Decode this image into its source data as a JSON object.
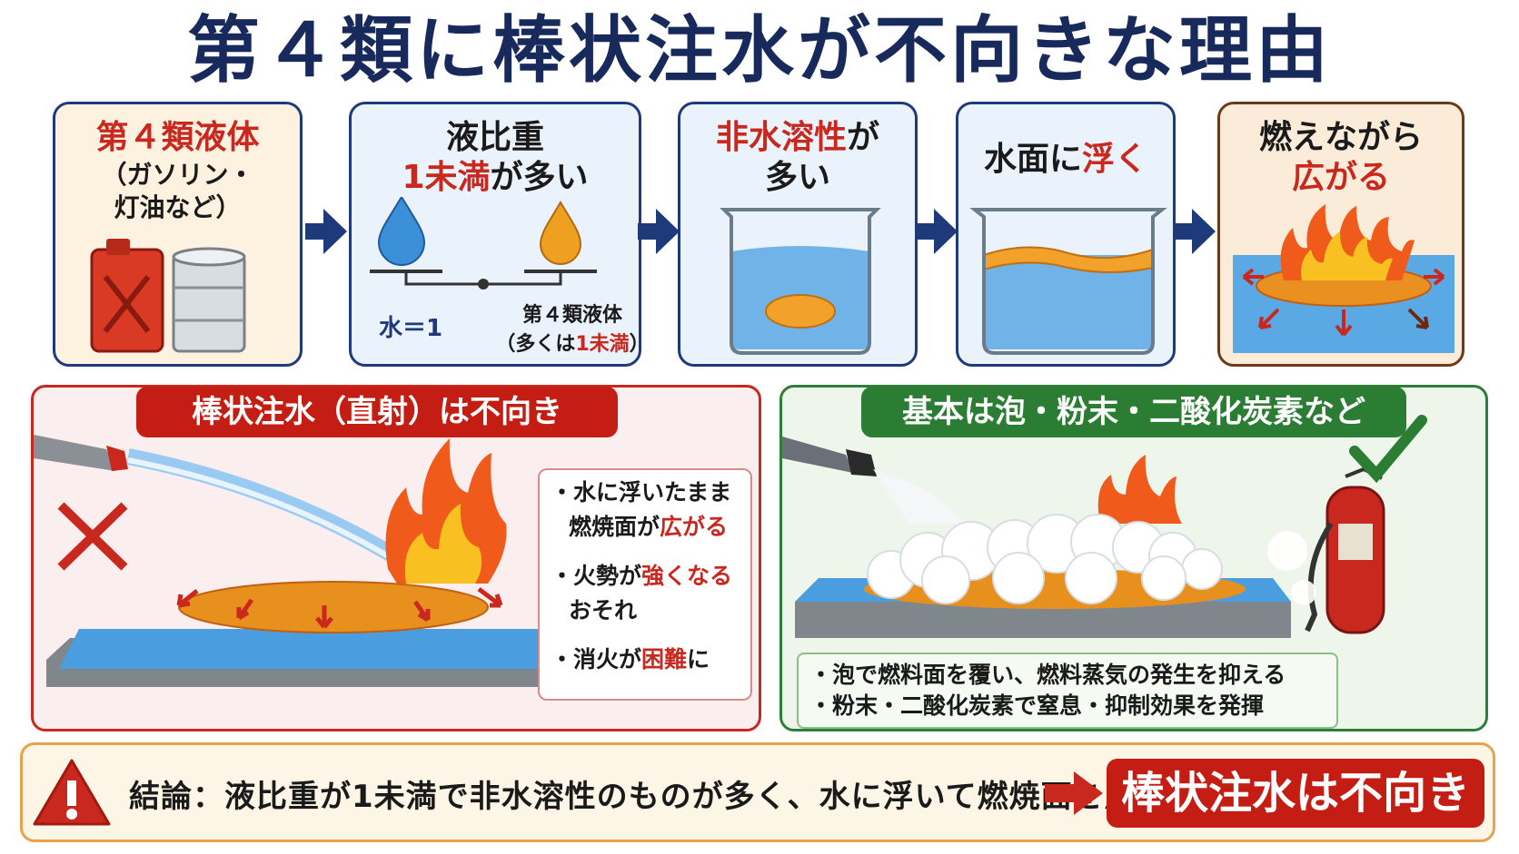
{
  "title": "第４類に棒状注水が不向きな理由",
  "steps": [
    {
      "line1": "第４類液体",
      "line2": "（ガソリン・",
      "line3": "灯油など）"
    },
    {
      "line1": "液比重",
      "line2": "1未満",
      "line2b": "が多い",
      "water_label": "水＝1",
      "liquid_label": "第４類液体",
      "liquid_sub_a": "（多くは",
      "liquid_sub_b": "1未満",
      "liquid_sub_c": "）"
    },
    {
      "line1a": "非水溶性",
      "line1b": "が",
      "line2": "多い"
    },
    {
      "line1a": "水面に",
      "line1b": "浮く"
    },
    {
      "line1": "燃えながら",
      "line2": "広がる"
    }
  ],
  "left_panel": {
    "header": "棒状注水（直射）は不向き",
    "bullets": [
      {
        "a": "・水に浮いたまま",
        "b": "燃焼面が",
        "c": "広がる"
      },
      {
        "a": "・火勢が",
        "b": "強くなる",
        "c": "おそれ"
      },
      {
        "a": "・消火が",
        "b": "困難",
        "c": "に"
      }
    ]
  },
  "right_panel": {
    "header": "基本は泡・粉末・二酸化炭素など",
    "notes": [
      "・泡で燃料面を覆い、燃料蒸気の発生を抑える",
      "・粉末・二酸化炭素で窒息・抑制効果を発揮"
    ]
  },
  "conclusion": {
    "text": "結論：液比重が1未満で非水溶性のものが多く、水に浮いて燃焼面を広げる",
    "result": "棒状注水は不向き"
  },
  "colors": {
    "navy": "#1f3a7a",
    "red": "#c41e14",
    "green": "#2a7d33",
    "orange": "#e8a24a"
  }
}
